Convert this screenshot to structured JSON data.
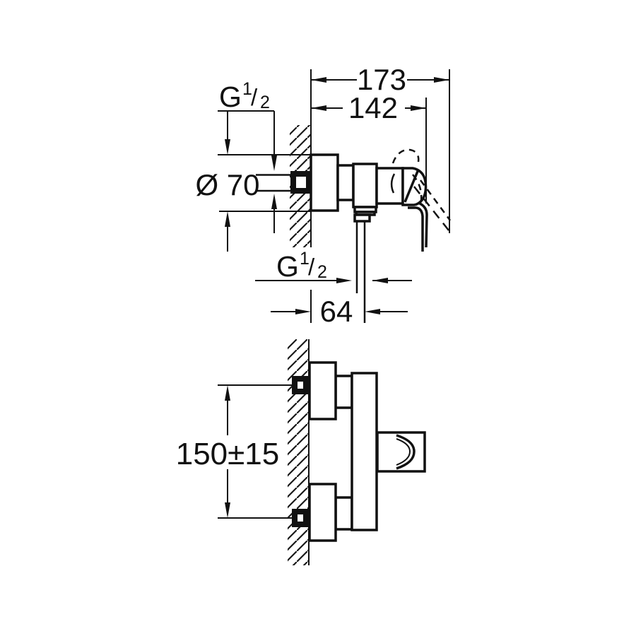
{
  "colors": {
    "background": "#ffffff",
    "line": "#111111"
  },
  "top_view": {
    "dim_total_depth": "173",
    "dim_body_depth": "142",
    "supply_thread": {
      "g": "G",
      "numerator": "1",
      "slash": "/",
      "denominator": "2"
    },
    "dim_escutcheon_diameter": "Ø 70",
    "hose_thread": {
      "g": "G",
      "numerator": "1",
      "slash": "/",
      "denominator": "2"
    },
    "dim_hose_offset": "64"
  },
  "bottom_view": {
    "dim_inlet_spacing": "150±15"
  }
}
